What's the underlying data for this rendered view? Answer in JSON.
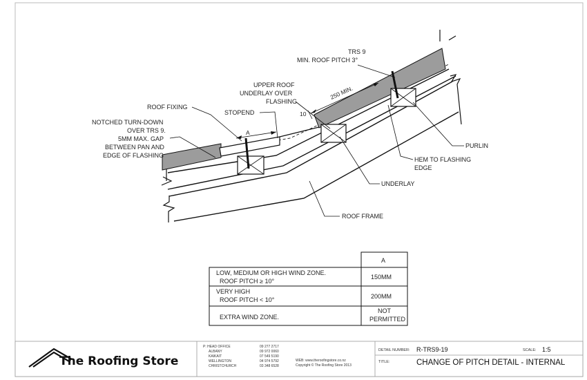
{
  "callouts": {
    "trs9_line1": "TRS 9",
    "trs9_line2": "MIN. ROOF PITCH 3°",
    "upper_underlay_line1": "UPPER ROOF",
    "upper_underlay_line2": "UNDERLAY OVER",
    "upper_underlay_line3": "FLASHING",
    "roof_fixing": "ROOF FIXING",
    "stopend": "STOPEND",
    "notched_line1": "NOTCHED TURN-DOWN",
    "notched_line2": "OVER TRS 9.",
    "notched_line3": "5MM MAX. GAP",
    "notched_line4": "BETWEEN PAN AND",
    "notched_line5": "EDGE OF FLASHING",
    "purlin": "PURLIN",
    "hem_line1": "HEM TO FLASHING",
    "hem_line2": "EDGE",
    "underlay": "UNDERLAY",
    "roof_frame": "ROOF FRAME"
  },
  "dimensions": {
    "overlap": "250 MIN.",
    "turn": "10",
    "a": "A"
  },
  "table": {
    "header": "A",
    "rows": [
      {
        "line1": "LOW, MEDIUM OR HIGH WIND ZONE.",
        "line2": "ROOF PITCH ≥ 10°",
        "value1": "150MM",
        "value2": ""
      },
      {
        "line1": "VERY HIGH",
        "line2": "ROOF PITCH < 10°",
        "value1": "200MM",
        "value2": ""
      },
      {
        "line1": "EXTRA WIND ZONE.",
        "line2": "",
        "value1": "NOT",
        "value2": "PERMITTED"
      }
    ]
  },
  "title_block": {
    "logo": "The Roofing Store",
    "offices": [
      {
        "name": "P: HEAD OFFICE",
        "phone": "09 277 2717"
      },
      {
        "name": "ALBANY",
        "phone": "09 972 0060"
      },
      {
        "name": "KAIKAIT",
        "phone": "07 549 5190"
      },
      {
        "name": "WELLINGTON",
        "phone": "04 974 5792"
      },
      {
        "name": "CHRISTCHURCH",
        "phone": "03 348 6528"
      }
    ],
    "web": "WEB: www.theroofingstore.co.nz",
    "copyright": "Copyright © The Roofing Store 2013",
    "detail_number_label": "DETAIL NUMBER:",
    "detail_number": "R-TRS9-19",
    "scale_label": "SCALE:",
    "scale": "1:5",
    "title_label": "TITLE:",
    "title": "CHANGE OF PITCH DETAIL - INTERNAL"
  }
}
